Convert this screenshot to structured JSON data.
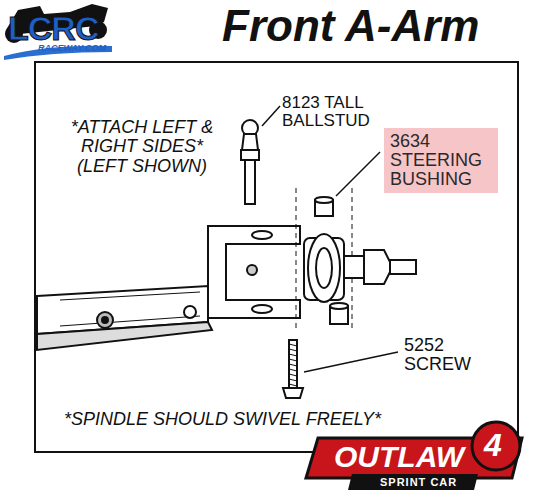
{
  "diagram": {
    "title": "Front A-Arm",
    "nodes": [
      {
        "text": [
          "3634 STEERING BUSHING"
        ]
      }
    ],
    "labels": [
      "LCRC",
      "RACEWAY.COM",
      "8123 TALL BALLSTUD",
      "*ATTACH LEFT & RIGHT SIDES* (LEFT SHOWN)",
      "5252 SCREW",
      "*SPINDLE SHOULD SWIVEL FREELY*",
      "OUTLAW",
      "4",
      "SPRINT CAR"
    ]
  }
}
